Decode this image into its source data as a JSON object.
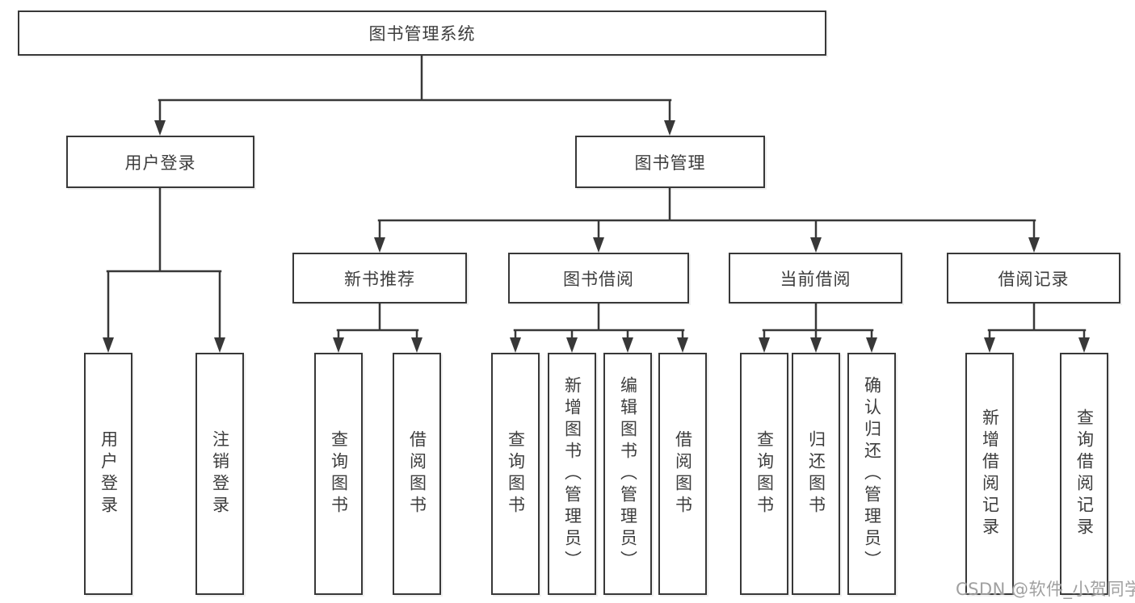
{
  "colors": {
    "line": "#383838",
    "box_border": "#383838",
    "box_fill": "#ffffff",
    "text": "#3d3d3d",
    "watermark": "#a0a0a0"
  },
  "tree": {
    "root": "图书管理系统",
    "branches": [
      {
        "label": "用户登录",
        "children": [
          "用户登录",
          "注销登录"
        ]
      },
      {
        "label": "图书管理",
        "groups": [
          {
            "label": "新书推荐",
            "children": [
              "查询图书",
              "借阅图书"
            ]
          },
          {
            "label": "图书借阅",
            "children": [
              "查询图书",
              "新增图书（管理员）",
              "编辑图书（管理员）",
              "借阅图书"
            ]
          },
          {
            "label": "当前借阅",
            "children": [
              "查询图书",
              "归还图书",
              "确认归还（管理员）"
            ]
          },
          {
            "label": "借阅记录",
            "children": [
              "新增借阅记录",
              "查询借阅记录"
            ]
          }
        ]
      }
    ]
  },
  "watermark": {
    "text": "CSDN @软件_小贺同学"
  }
}
